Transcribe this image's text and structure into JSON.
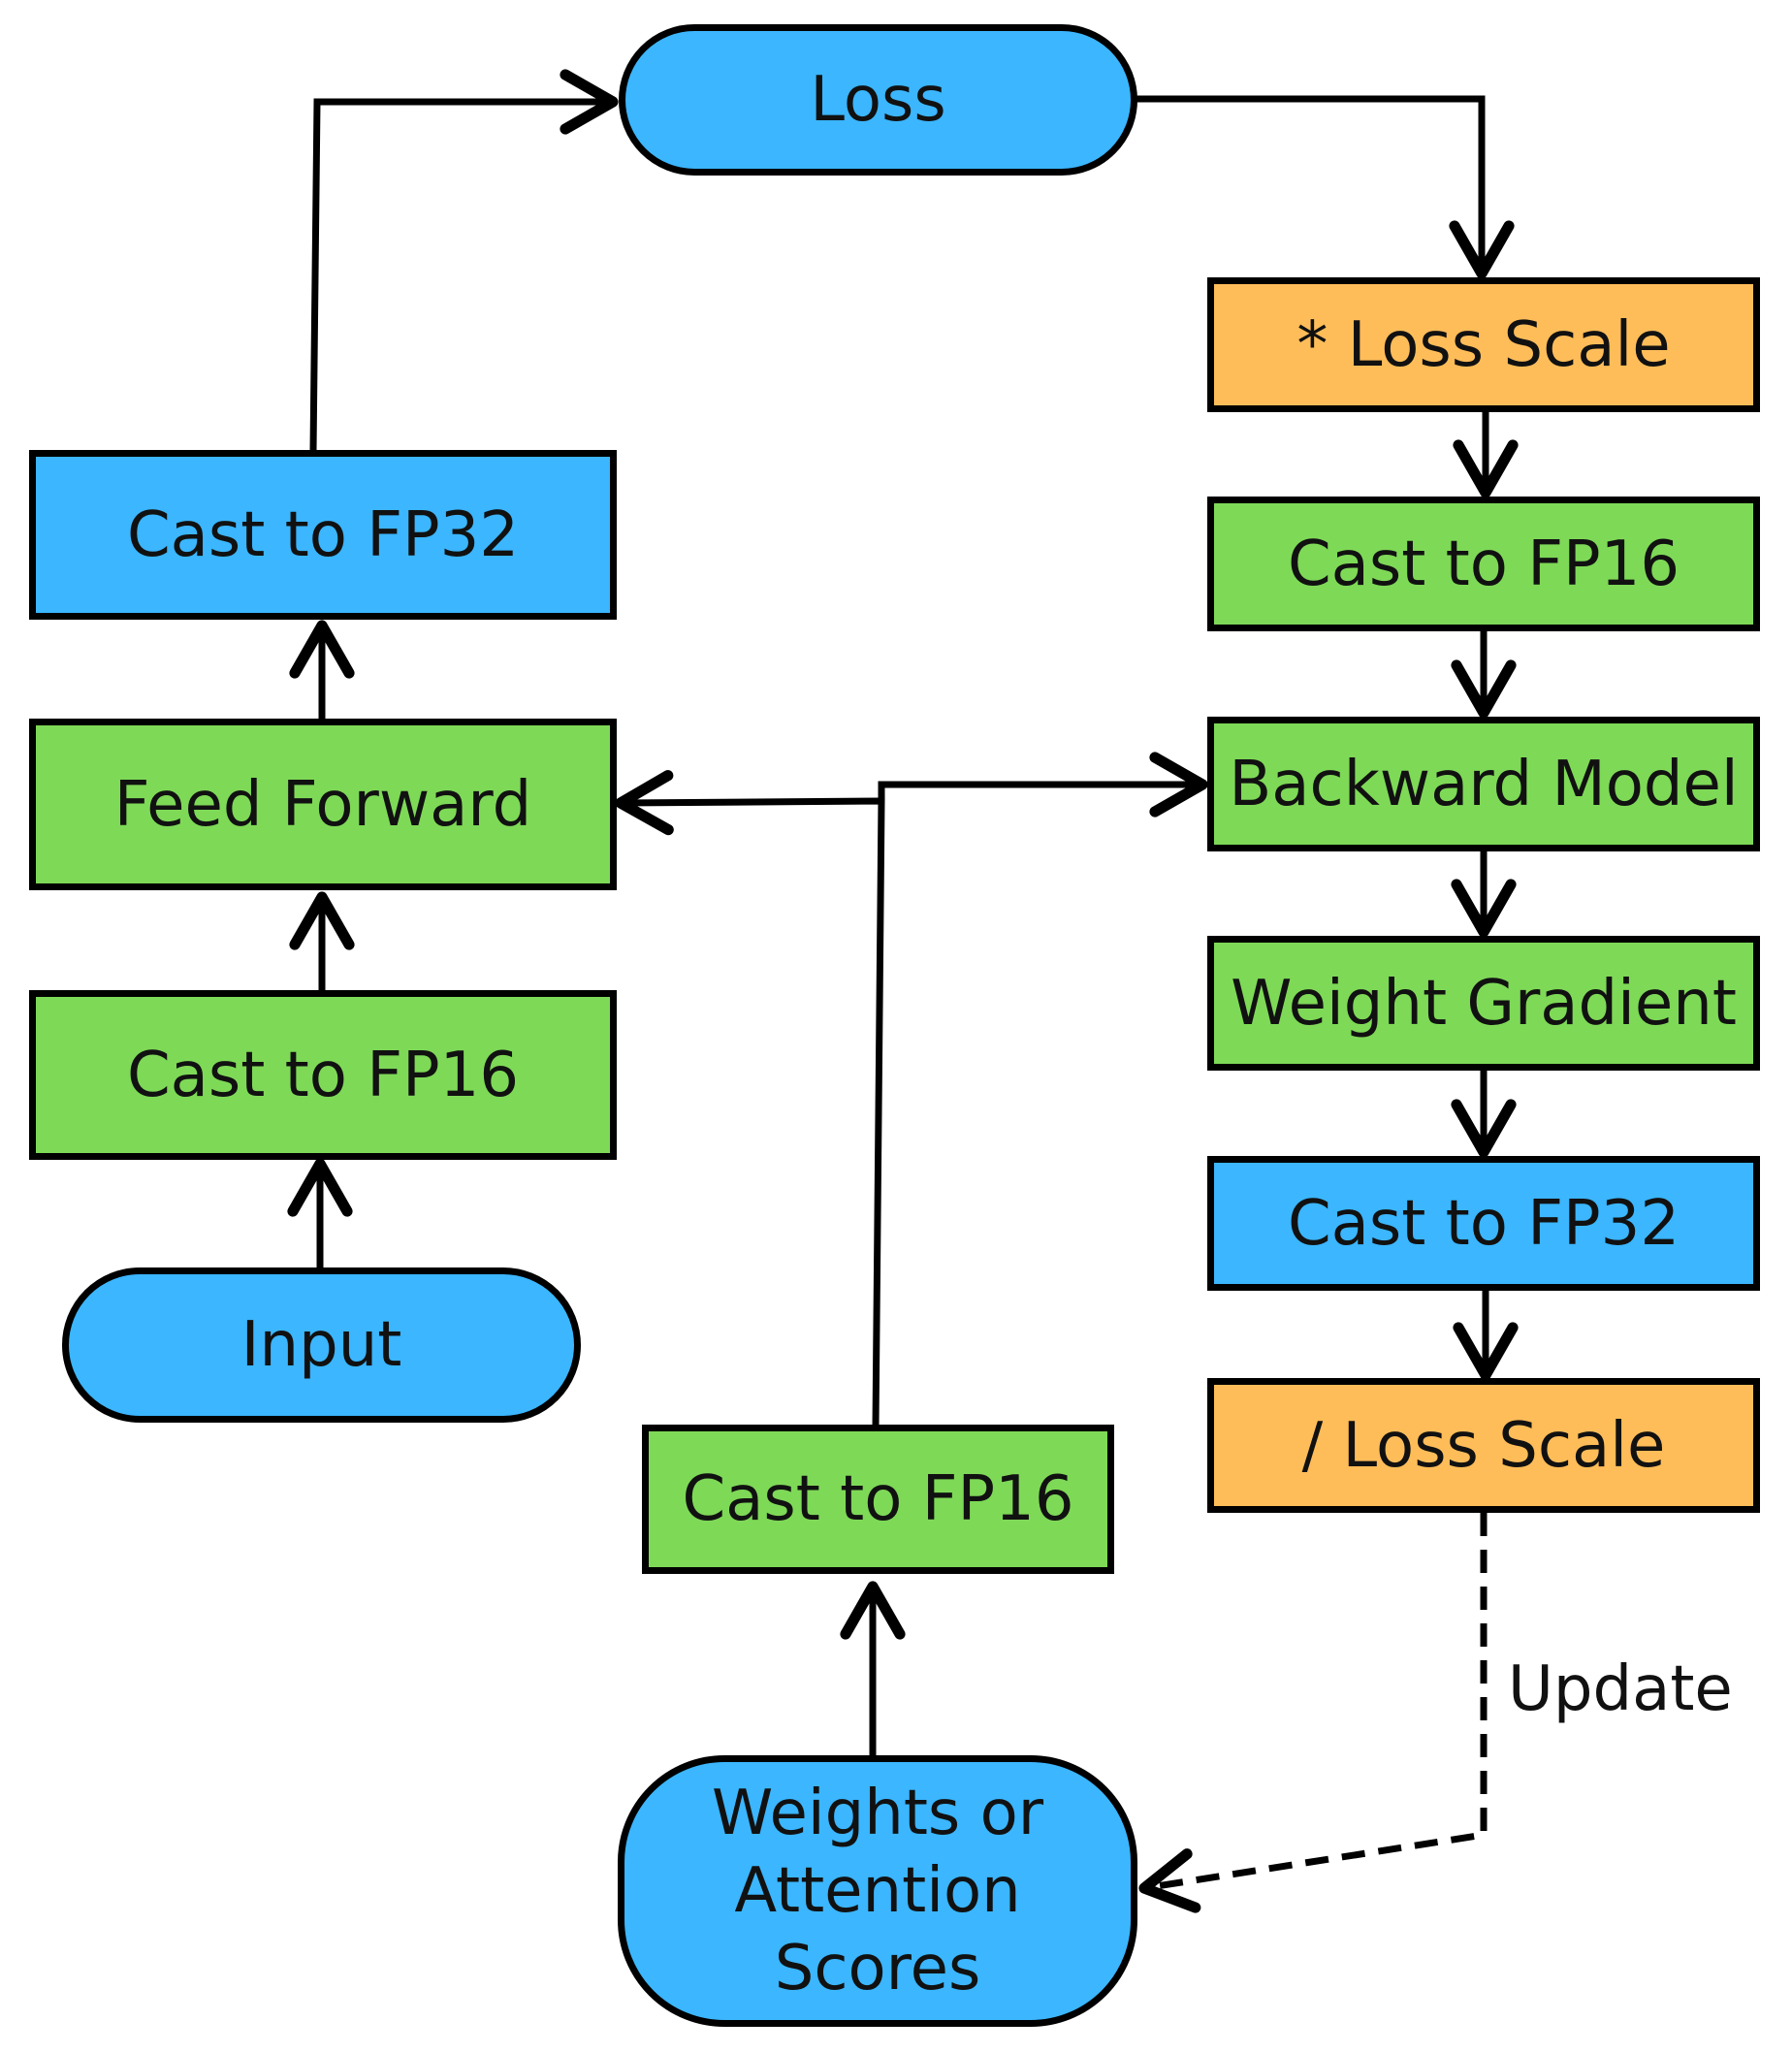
{
  "diagram": {
    "nodes": {
      "loss": {
        "label": "Loss",
        "shape": "pill",
        "color": "#3bb6ff"
      },
      "cast_fp32_left": {
        "label": "Cast to FP32",
        "shape": "box",
        "color": "#3bb6ff"
      },
      "feed_forward": {
        "label": "Feed Forward",
        "shape": "box",
        "color": "#7ed957"
      },
      "cast_fp16_left": {
        "label": "Cast to FP16",
        "shape": "box",
        "color": "#7ed957"
      },
      "input": {
        "label": "Input",
        "shape": "pill",
        "color": "#3bb6ff"
      },
      "cast_fp16_middle": {
        "label": "Cast to FP16",
        "shape": "box",
        "color": "#7ed957"
      },
      "weights": {
        "label_lines": [
          "Weights or",
          "Attention",
          "Scores"
        ],
        "shape": "pill",
        "color": "#3bb6ff"
      },
      "loss_scale_mul": {
        "label": "* Loss Scale",
        "shape": "box",
        "color": "#ffbd59"
      },
      "cast_fp16_right": {
        "label": "Cast to FP16",
        "shape": "box",
        "color": "#7ed957"
      },
      "backward_model": {
        "label": "Backward Model",
        "shape": "box",
        "color": "#7ed957"
      },
      "weight_gradient": {
        "label": "Weight Gradient",
        "shape": "box",
        "color": "#7ed957"
      },
      "cast_fp32_right": {
        "label": "Cast to FP32",
        "shape": "box",
        "color": "#3bb6ff"
      },
      "loss_scale_div": {
        "label": "/ Loss Scale",
        "shape": "box",
        "color": "#ffbd59"
      }
    },
    "edges": [
      {
        "from": "input",
        "to": "cast_fp16_left"
      },
      {
        "from": "cast_fp16_left",
        "to": "feed_forward"
      },
      {
        "from": "feed_forward",
        "to": "cast_fp32_left"
      },
      {
        "from": "cast_fp32_left",
        "to": "loss"
      },
      {
        "from": "loss",
        "to": "loss_scale_mul"
      },
      {
        "from": "loss_scale_mul",
        "to": "cast_fp16_right"
      },
      {
        "from": "cast_fp16_right",
        "to": "backward_model"
      },
      {
        "from": "backward_model",
        "to": "weight_gradient"
      },
      {
        "from": "weight_gradient",
        "to": "cast_fp32_right"
      },
      {
        "from": "cast_fp32_right",
        "to": "loss_scale_div"
      },
      {
        "from": "weights",
        "to": "cast_fp16_middle"
      },
      {
        "from": "cast_fp16_middle",
        "to": "feed_forward"
      },
      {
        "from": "cast_fp16_middle",
        "to": "backward_model"
      },
      {
        "from": "loss_scale_div",
        "to": "weights",
        "style": "dashed",
        "label": "Update"
      }
    ],
    "edge_label_update": "Update"
  }
}
